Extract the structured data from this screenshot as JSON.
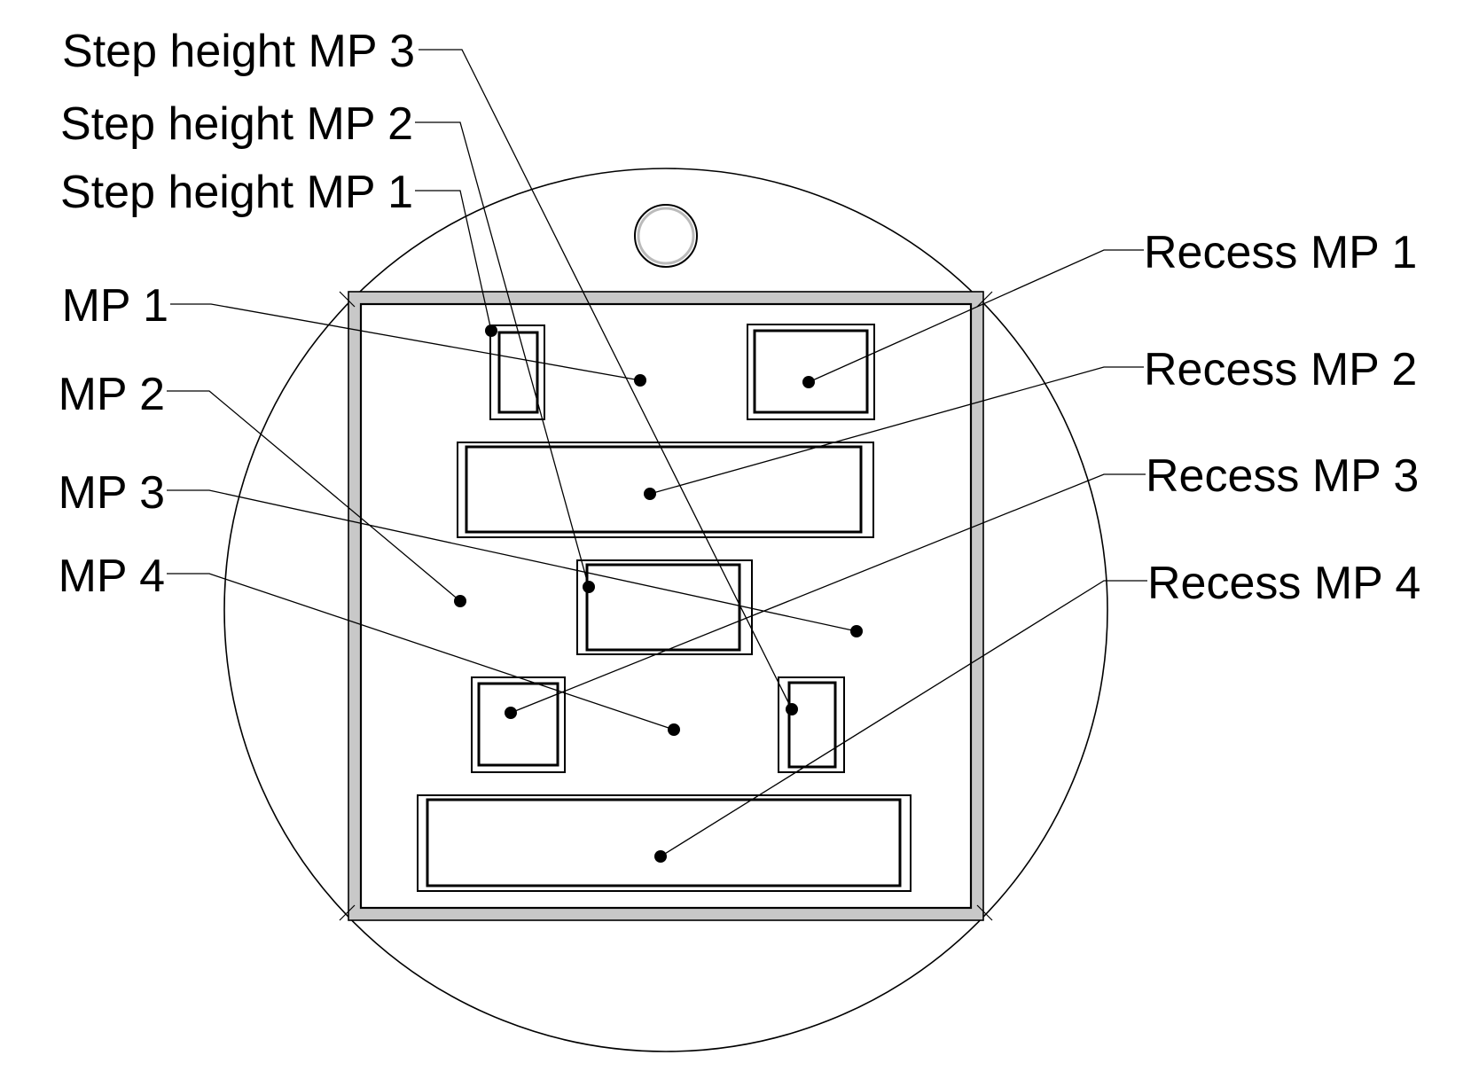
{
  "labels": {
    "step_height_mp3": "Step height MP 3",
    "step_height_mp2": "Step height MP 2",
    "step_height_mp1": "Step height MP 1",
    "mp1": "MP 1",
    "mp2": "MP 2",
    "mp3": "MP 3",
    "mp4": "MP 4",
    "recess_mp1": "Recess MP 1",
    "recess_mp2": "Recess MP 2",
    "recess_mp3": "Recess MP 3",
    "recess_mp4": "Recess MP 4"
  },
  "colors": {
    "line": "#000000",
    "frame": "#c8c8c8",
    "background": "#ffffff"
  }
}
